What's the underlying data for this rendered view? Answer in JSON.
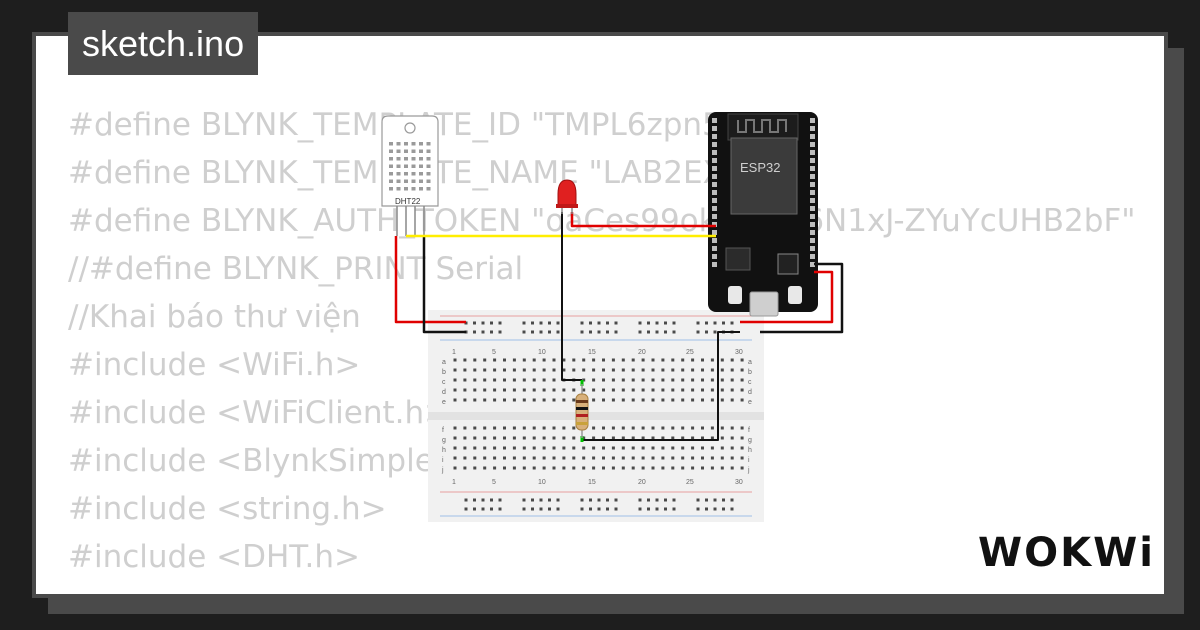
{
  "title": "sketch.ino",
  "code_lines": [
    "#define BLYNK_TEMPLATE_ID \"TMPL6zpn5mS\"",
    "#define BLYNK_TEMPLATE_NAME \"LAB2EX5\"",
    "#define BLYNK_AUTH_TOKEN \"oaCes99okOE4G6N1xJ-ZYuYcUHB2bF\"",
    "//#define BLYNK_PRINT Serial",
    "//Khai báo thư viện",
    "#include <WiFi.h>",
    "#include <WiFiClient.h>",
    "#include <BlynkSimpleEsp32.h>",
    "#include <string.h>",
    "#include <DHT.h>"
  ],
  "components": {
    "sensor_label": "DHT22",
    "board_label": "ESP32"
  },
  "breadboard": {
    "column_numbers": [
      "1",
      "5",
      "10",
      "15",
      "20",
      "25",
      "30"
    ],
    "row_letters_top": [
      "a",
      "b",
      "c",
      "d",
      "e"
    ],
    "row_letters_bottom": [
      "f",
      "g",
      "h",
      "i",
      "j"
    ]
  },
  "logo_text": "WOKWi",
  "colors": {
    "frame": "#4a4a4a",
    "code_text": "#cfcfcf",
    "wire_yellow": "#ffee00",
    "wire_red": "#e00000",
    "wire_black": "#111111",
    "wire_green": "#00c000",
    "led": "#e02020"
  }
}
